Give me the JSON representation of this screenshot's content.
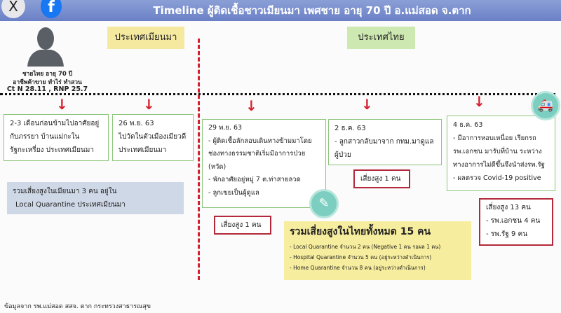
{
  "title": "Timeline ผู้ติดเชื้อชาวเมียนมา เพศชาย อายุ 70 ปี อ.แม่สอด จ.ตาก",
  "close_label": "X",
  "fb_label": "f",
  "patient": {
    "line1": "ชายไทย อายุ 70  ปี",
    "line2": "อาชีพค้าขาย ทำไร่ ทำสวน",
    "line3": "Ct N 28.11 , RNP 25.7"
  },
  "regions": {
    "myanmar": "ประเทศเมียนมา",
    "thailand": "ประเทศไทย"
  },
  "events": [
    {
      "lines": [
        "2-3 เดือนก่อนข้ามไปอาศัยอยู่",
        "กับภรรยา บ้านแม่กะใน",
        "รัฐกะเหรี่ยง  ประเทศเมียนมา"
      ]
    },
    {
      "lines": [
        "26 พ.ย. 63",
        "ไปวัดในตัวเมืองเมียวดี",
        "ประเทศเมียนมา"
      ]
    },
    {
      "lines": [
        "29 พ.ย. 63",
        "- ผู้ติดเชื้อลักลอบเดินทางข้ามมาโดย",
        "ช่องทางธรรมชาติเริ่มมีอาการป่วย",
        "(หวัด)",
        "- พักอาศัยอยู่หมู่ 7 ต.ท่าสายลวด",
        "- ลูกเขยเป็นผู้ดูแล"
      ]
    },
    {
      "lines": [
        "2 ธ.ค. 63",
        "- ลูกสาวกลับมาจาก กทม.มาดูแล",
        "ผู้ป่วย"
      ]
    },
    {
      "lines": [
        "4 ธ.ค. 63",
        "- มีอาการหอบเหนื่อย เรียกรถ",
        "รพ.เอกชน มารับที่บ้าน ระหว่าง",
        "ทางอาการไม่ดีขึ้นจึงนำส่งรพ.รัฐ",
        "- ผลตรวจ Covid-19 positive"
      ]
    }
  ],
  "myanmar_summary": [
    "รวมเสี่ยงสูงในเมียนมา 3 คน อยู่ใน",
    "Local Quarantine  ประเทศเมียนมา"
  ],
  "risk": {
    "a": "เสี่ยงสูง 1 คน",
    "b": "เสี่ยงสูง 1 คน",
    "c": [
      "เสี่ยงสูง 13 คน",
      "- รพ.เอกชน 4 คน",
      "- รพ.รัฐ 9 คน"
    ]
  },
  "thai_summary": {
    "title": "รวมเสี่ยงสูงในไทยทั้งหมด 15 คน",
    "items": [
      "- Local Quarantine จำนวน 2 คน (Negative 1 คน รอผล 1 คน)",
      "- Hospital Quarantine จำนวน 5 คน (อยู่ระหว่างดำเนินการ)",
      "- Home Quarantine จำนวน 8 คน (อยู่ระหว่างดำเนินการ)"
    ]
  },
  "footer": "ข้อมูลจาก รพ.แม่สอด สสจ. ตาก กระทรวงสาธารณสุข",
  "colors": {
    "accent_red": "#d42030",
    "box_green": "#8cc57a",
    "title_blue": "#7086c9"
  }
}
